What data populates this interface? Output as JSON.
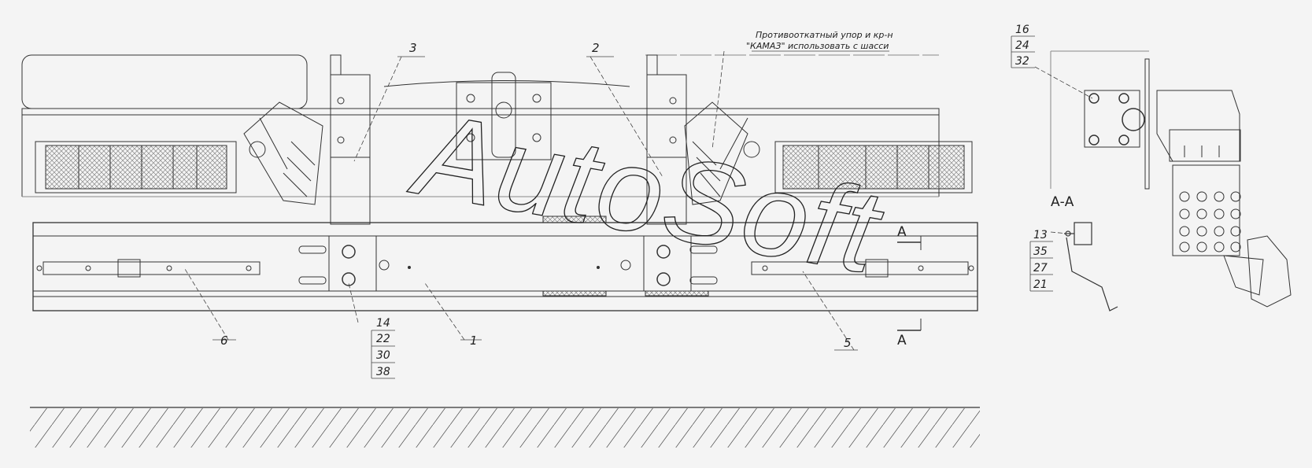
{
  "drawing": {
    "note_line1": "Противооткатный упор и кр-н",
    "note_line2": "\"КАМАЗ\" использовать с шасси",
    "watermark": "AutoSoft",
    "section_title": "А-А",
    "section_label_top": "А",
    "section_label_bottom": "А",
    "callouts": {
      "c1": "1",
      "c2": "2",
      "c3": "3",
      "c5": "5",
      "c6": "6"
    },
    "stack_left": [
      "14",
      "22",
      "30",
      "38"
    ],
    "stack_top": [
      "16",
      "24",
      "32"
    ],
    "stack_section": [
      "13",
      "35",
      "27",
      "21"
    ]
  },
  "colors": {
    "line": "#333333",
    "background": "#f4f4f4",
    "mesh": "#8a8a8a",
    "watermark": "#222222"
  }
}
